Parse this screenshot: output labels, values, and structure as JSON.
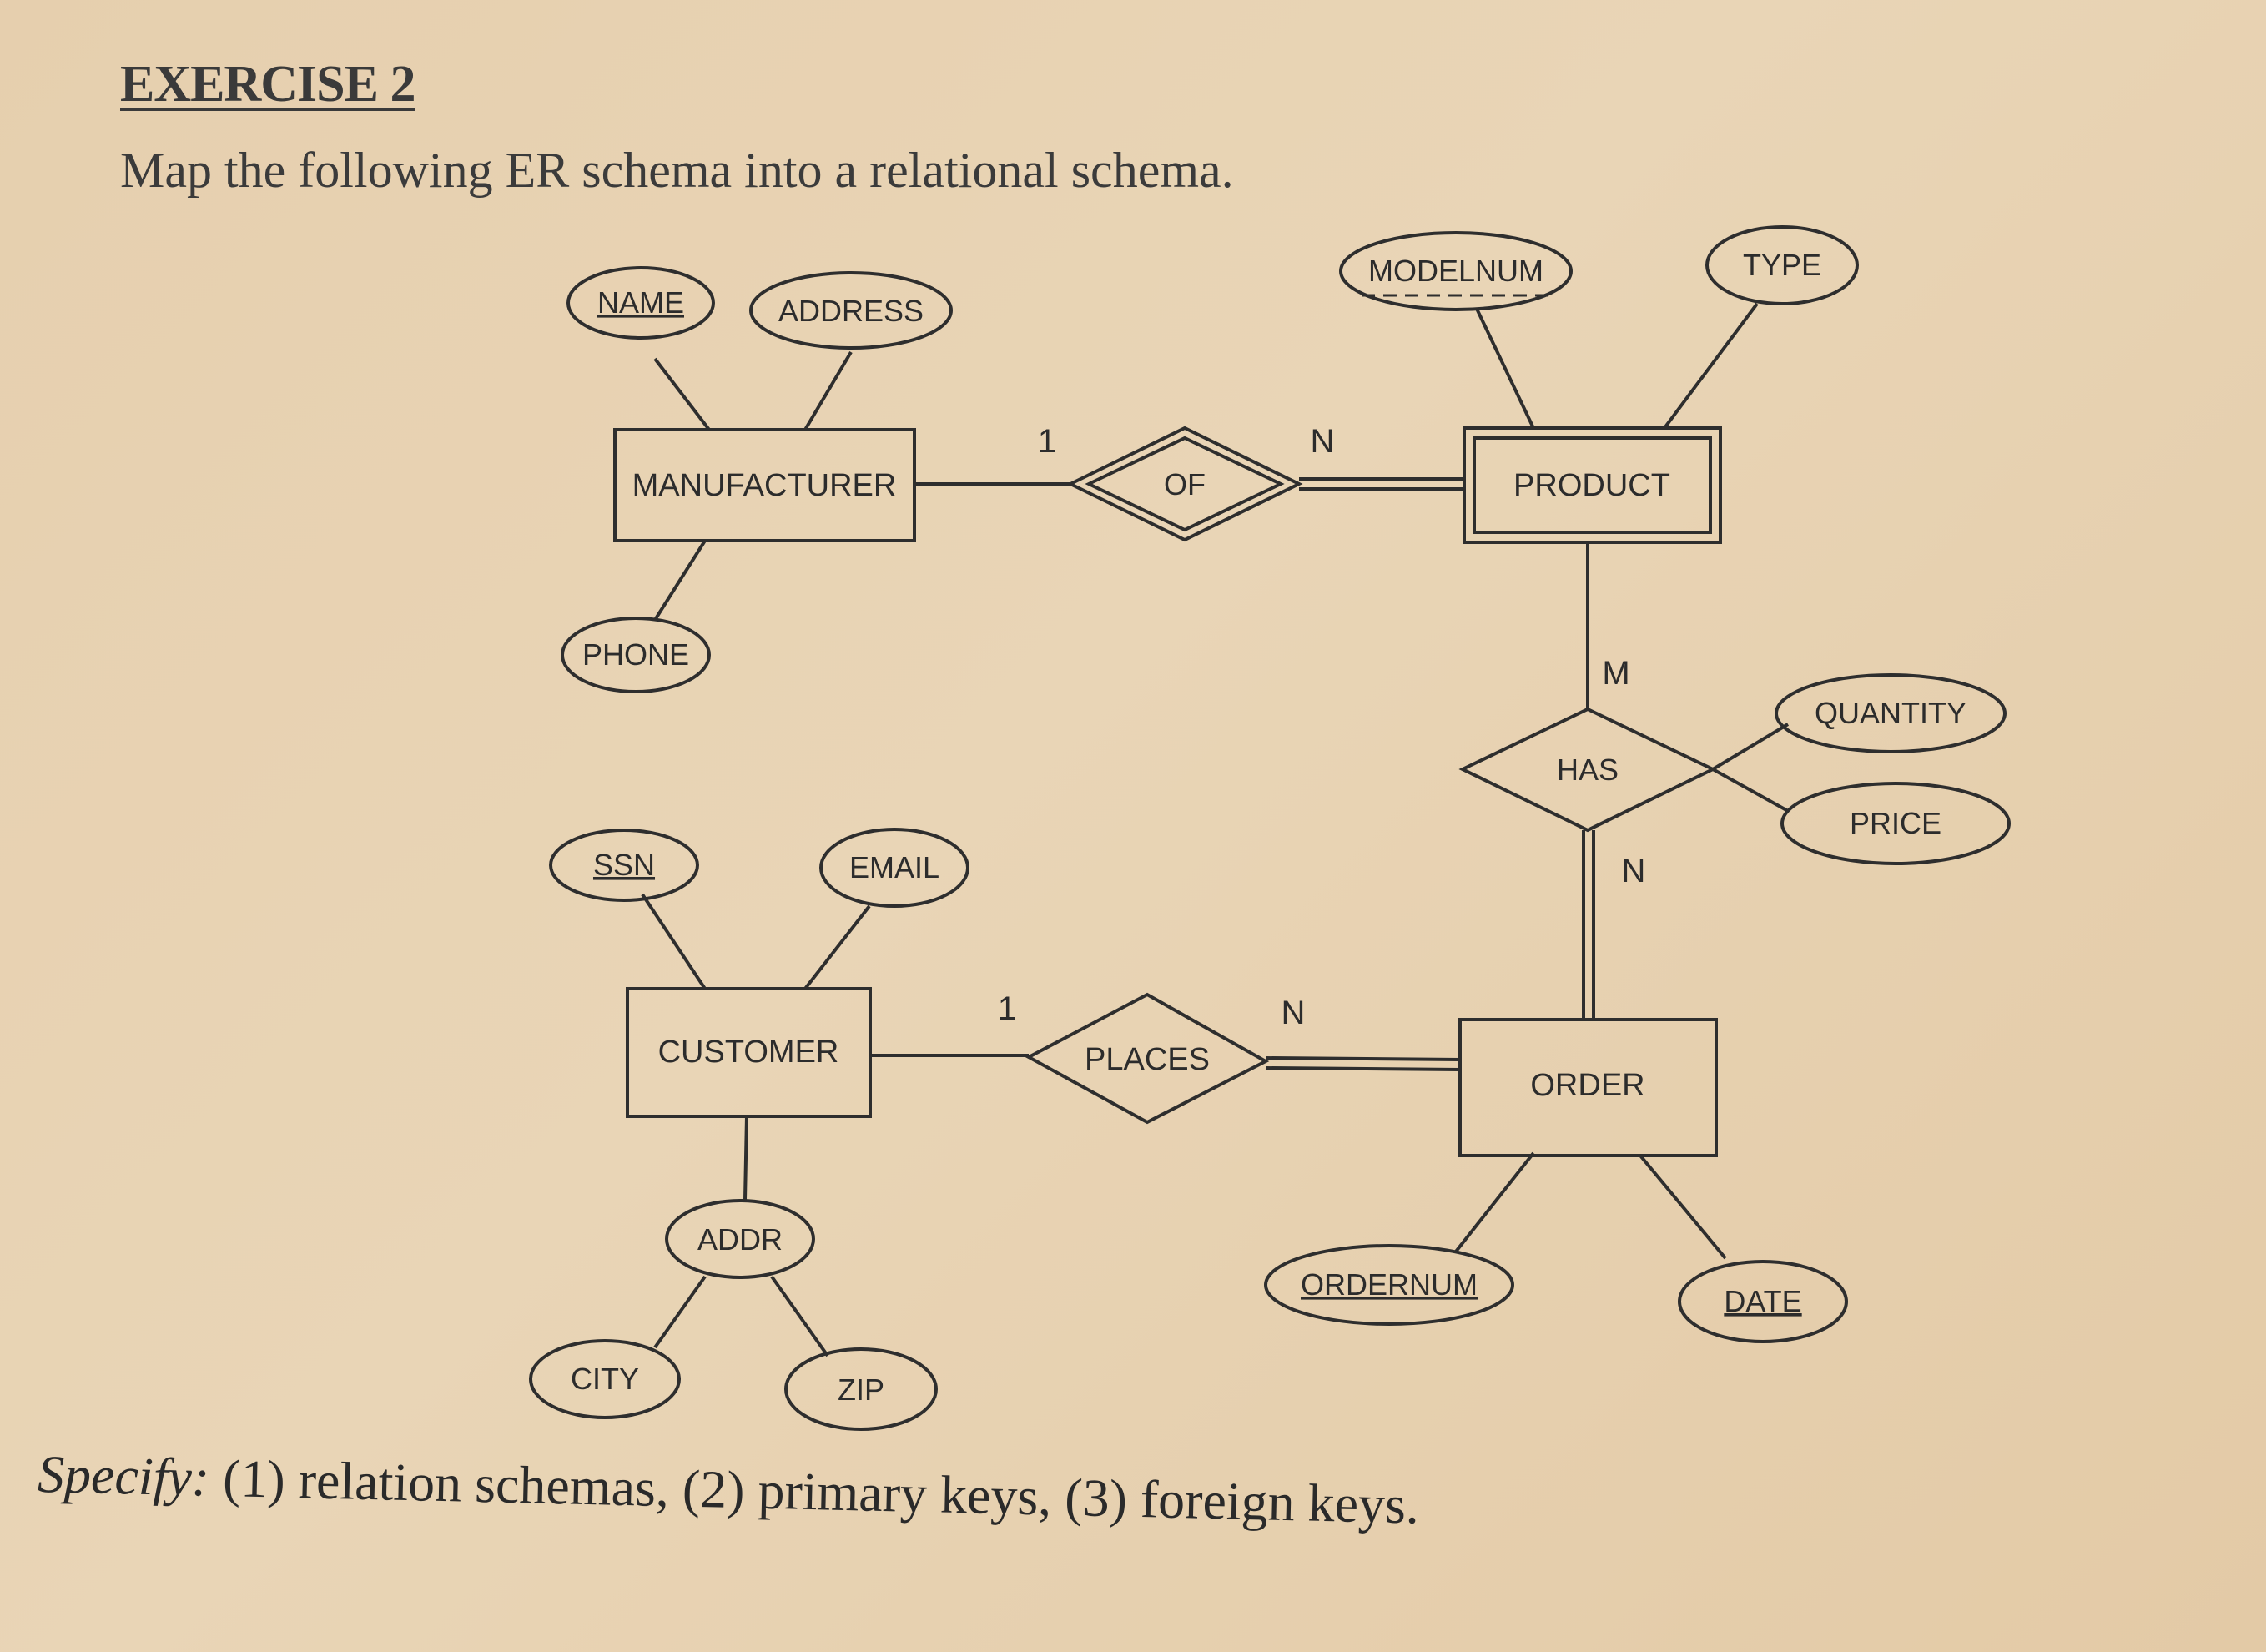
{
  "header": {
    "title": "EXERCISE 2",
    "instruction": "Map the following ER schema into a relational schema."
  },
  "diagram": {
    "entities": {
      "manufacturer": "MANUFACTURER",
      "product": "PRODUCT",
      "customer": "CUSTOMER",
      "order": "ORDER"
    },
    "relationships": {
      "of": "OF",
      "has": "HAS",
      "places": "PLACES"
    },
    "attributes": {
      "name": "NAME",
      "address": "ADDRESS",
      "phone": "PHONE",
      "modelnum": "MODELNUM",
      "type": "TYPE",
      "quantity": "QUANTITY",
      "price": "PRICE",
      "ssn": "SSN",
      "email": "EMAIL",
      "addr": "ADDR",
      "city": "CITY",
      "zip": "ZIP",
      "ordernum": "ORDERNUM",
      "date": "DATE"
    },
    "cardinalities": {
      "of_manufacturer": "1",
      "of_product": "N",
      "has_product": "M",
      "has_order": "N",
      "places_customer": "1",
      "places_order": "N"
    }
  },
  "footer": {
    "specify_label": "Specify:",
    "specify_text": " (1) relation schemas, (2) primary keys, (3) foreign keys."
  }
}
